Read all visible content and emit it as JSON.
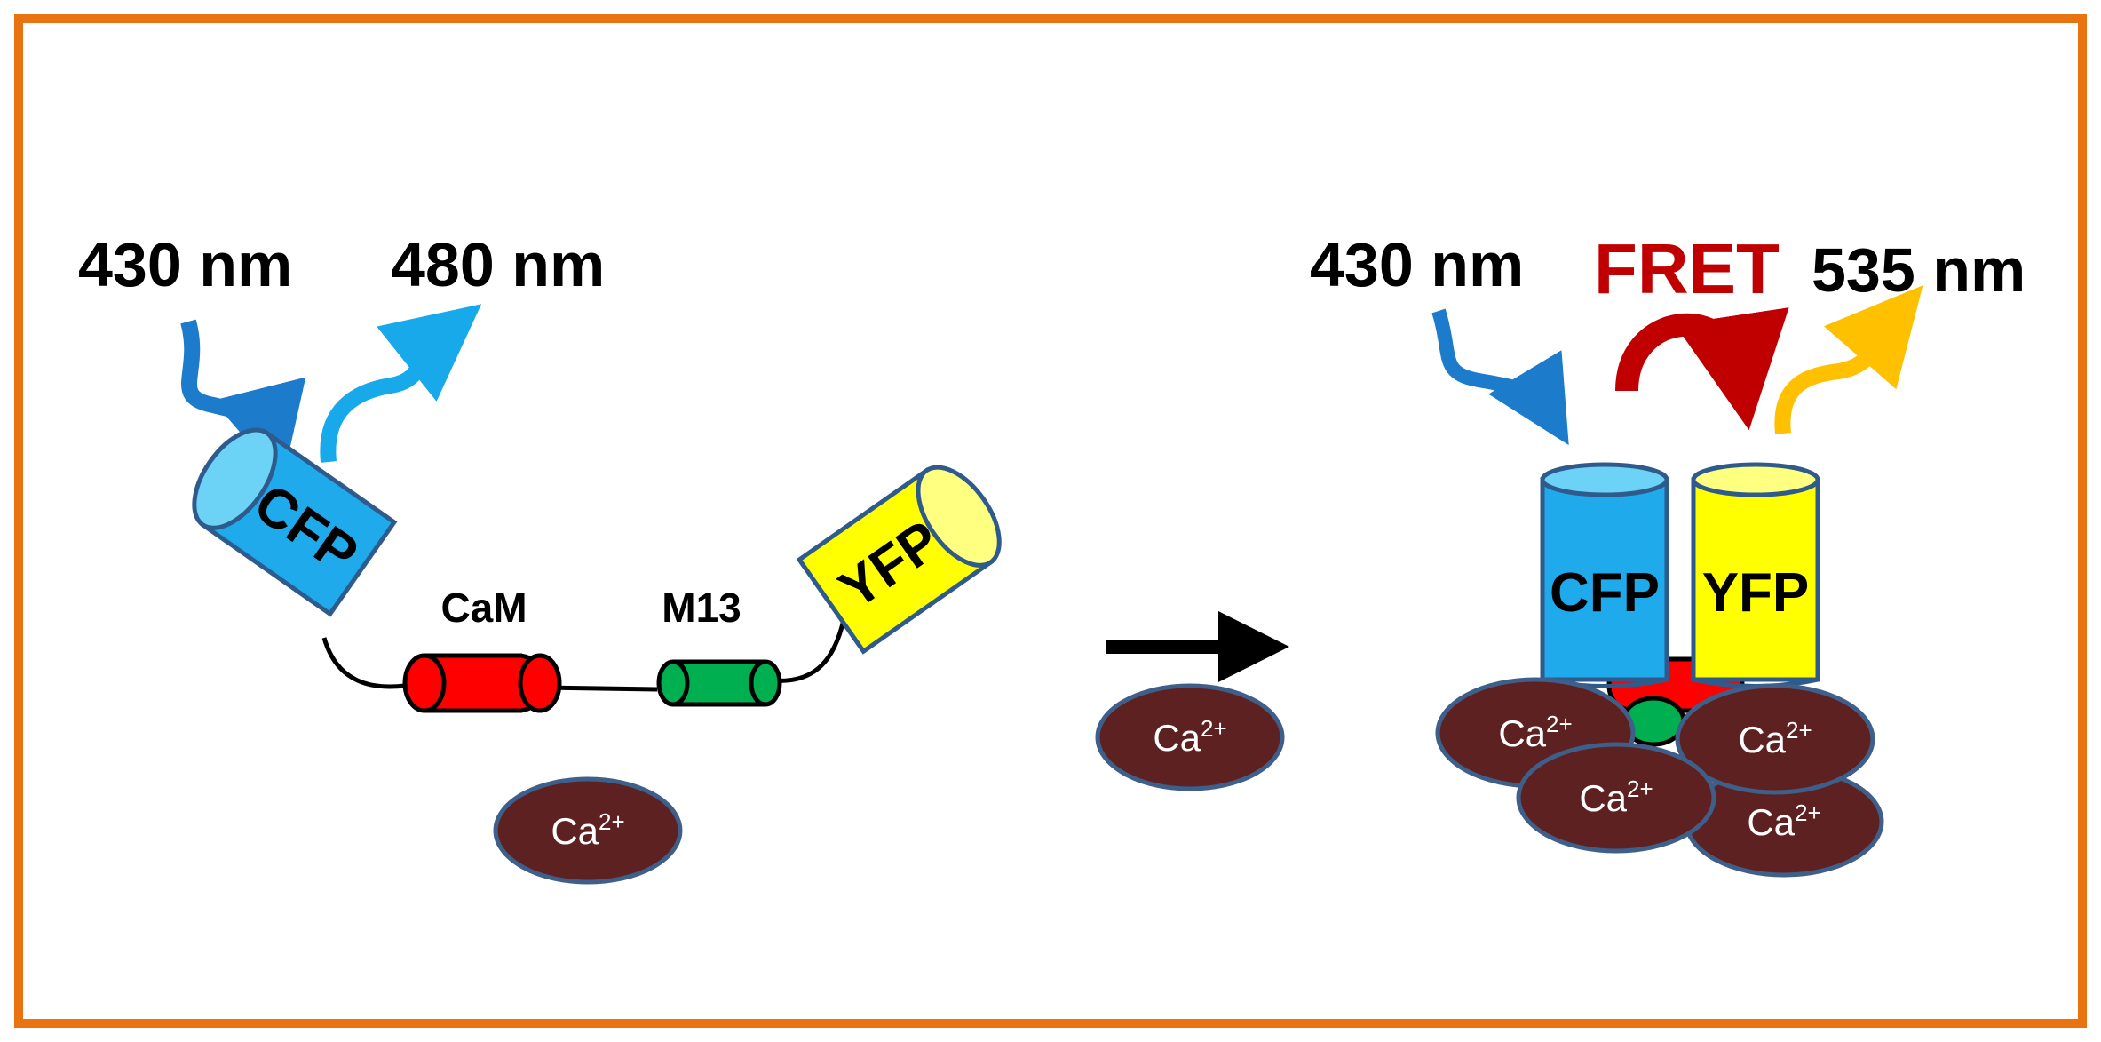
{
  "left_panel": {
    "excitation_label": "430 nm",
    "emission_label": "480 nm",
    "donor_label": "CFP",
    "acceptor_label": "YFP",
    "calmodulin_label": "CaM",
    "peptide_label": "M13",
    "ion_label_base": "Ca",
    "ion_label_charge": "2+"
  },
  "middle": {
    "ion_label_base": "Ca",
    "ion_label_charge": "2+"
  },
  "right_panel": {
    "excitation_label": "430 nm",
    "transfer_label": "FRET",
    "emission_label": "535 nm",
    "donor_label": "CFP",
    "acceptor_label": "YFP",
    "ion_label_base": "Ca",
    "ion_label_charge": "2+"
  },
  "colors": {
    "border": "#E97311",
    "cfp": "#1FAAEB",
    "cfp_top": "#6CD3F7",
    "yfp": "#FFFF00",
    "yfp_top": "#FFFF80",
    "cam": "#FF0000",
    "m13": "#00B050",
    "ion": "#5E2121",
    "ion_stroke": "#3E5F8A",
    "excitation_arrow": "#1C7BCB",
    "emission_cfp_arrow": "#18A9EA",
    "emission_yfp_arrow": "#FFC000",
    "fret": "#C00000"
  }
}
